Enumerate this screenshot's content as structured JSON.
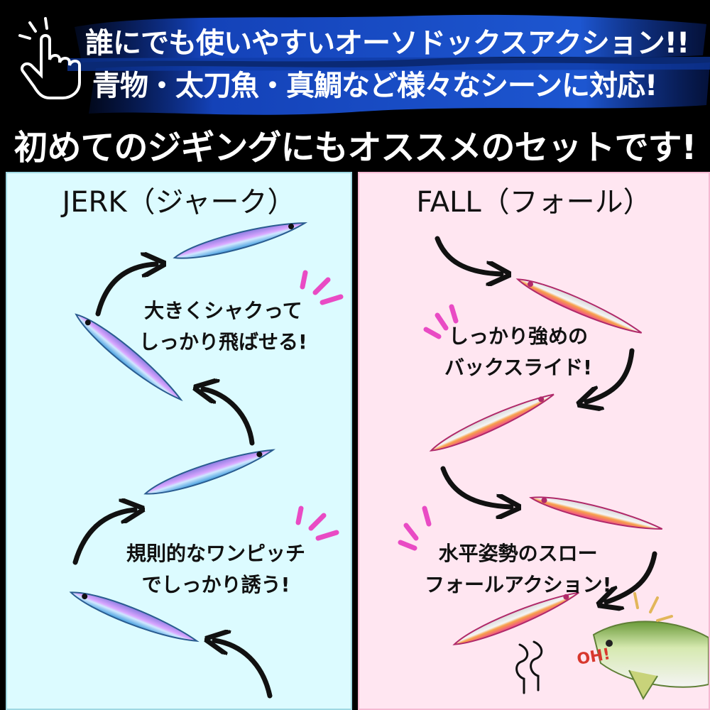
{
  "header": {
    "line1": "誰にでも使いやすいオーソドックスアクション!!",
    "line2": "青物・太刀魚・真鯛など様々なシーンに対応!",
    "line3": "初めてのジギングにもオススメのセットです!",
    "icon": "pointing-hand-icon"
  },
  "jerk": {
    "title": "JERK（ジャーク）",
    "caption1_line1": "大きくシャクって",
    "caption1_line2": "しっかり飛ばせる!",
    "caption2_line1": "規則的なワンピッチ",
    "caption2_line2": "でしっかり誘う!",
    "colors": {
      "background": "#dcfbff",
      "lure": "#4aa3e0"
    }
  },
  "fall": {
    "title": "FALL（フォール）",
    "caption1_line1": "しっかり強めの",
    "caption1_line2": "バックスライド!",
    "caption2_line1": "水平姿勢のスロー",
    "caption2_line2": "フォールアクション!",
    "fish_exclamation": "OH!",
    "colors": {
      "background": "#ffe6f1",
      "lure": "#f0468c"
    }
  },
  "accent": {
    "emphasis_marks": "#e94bc4"
  }
}
